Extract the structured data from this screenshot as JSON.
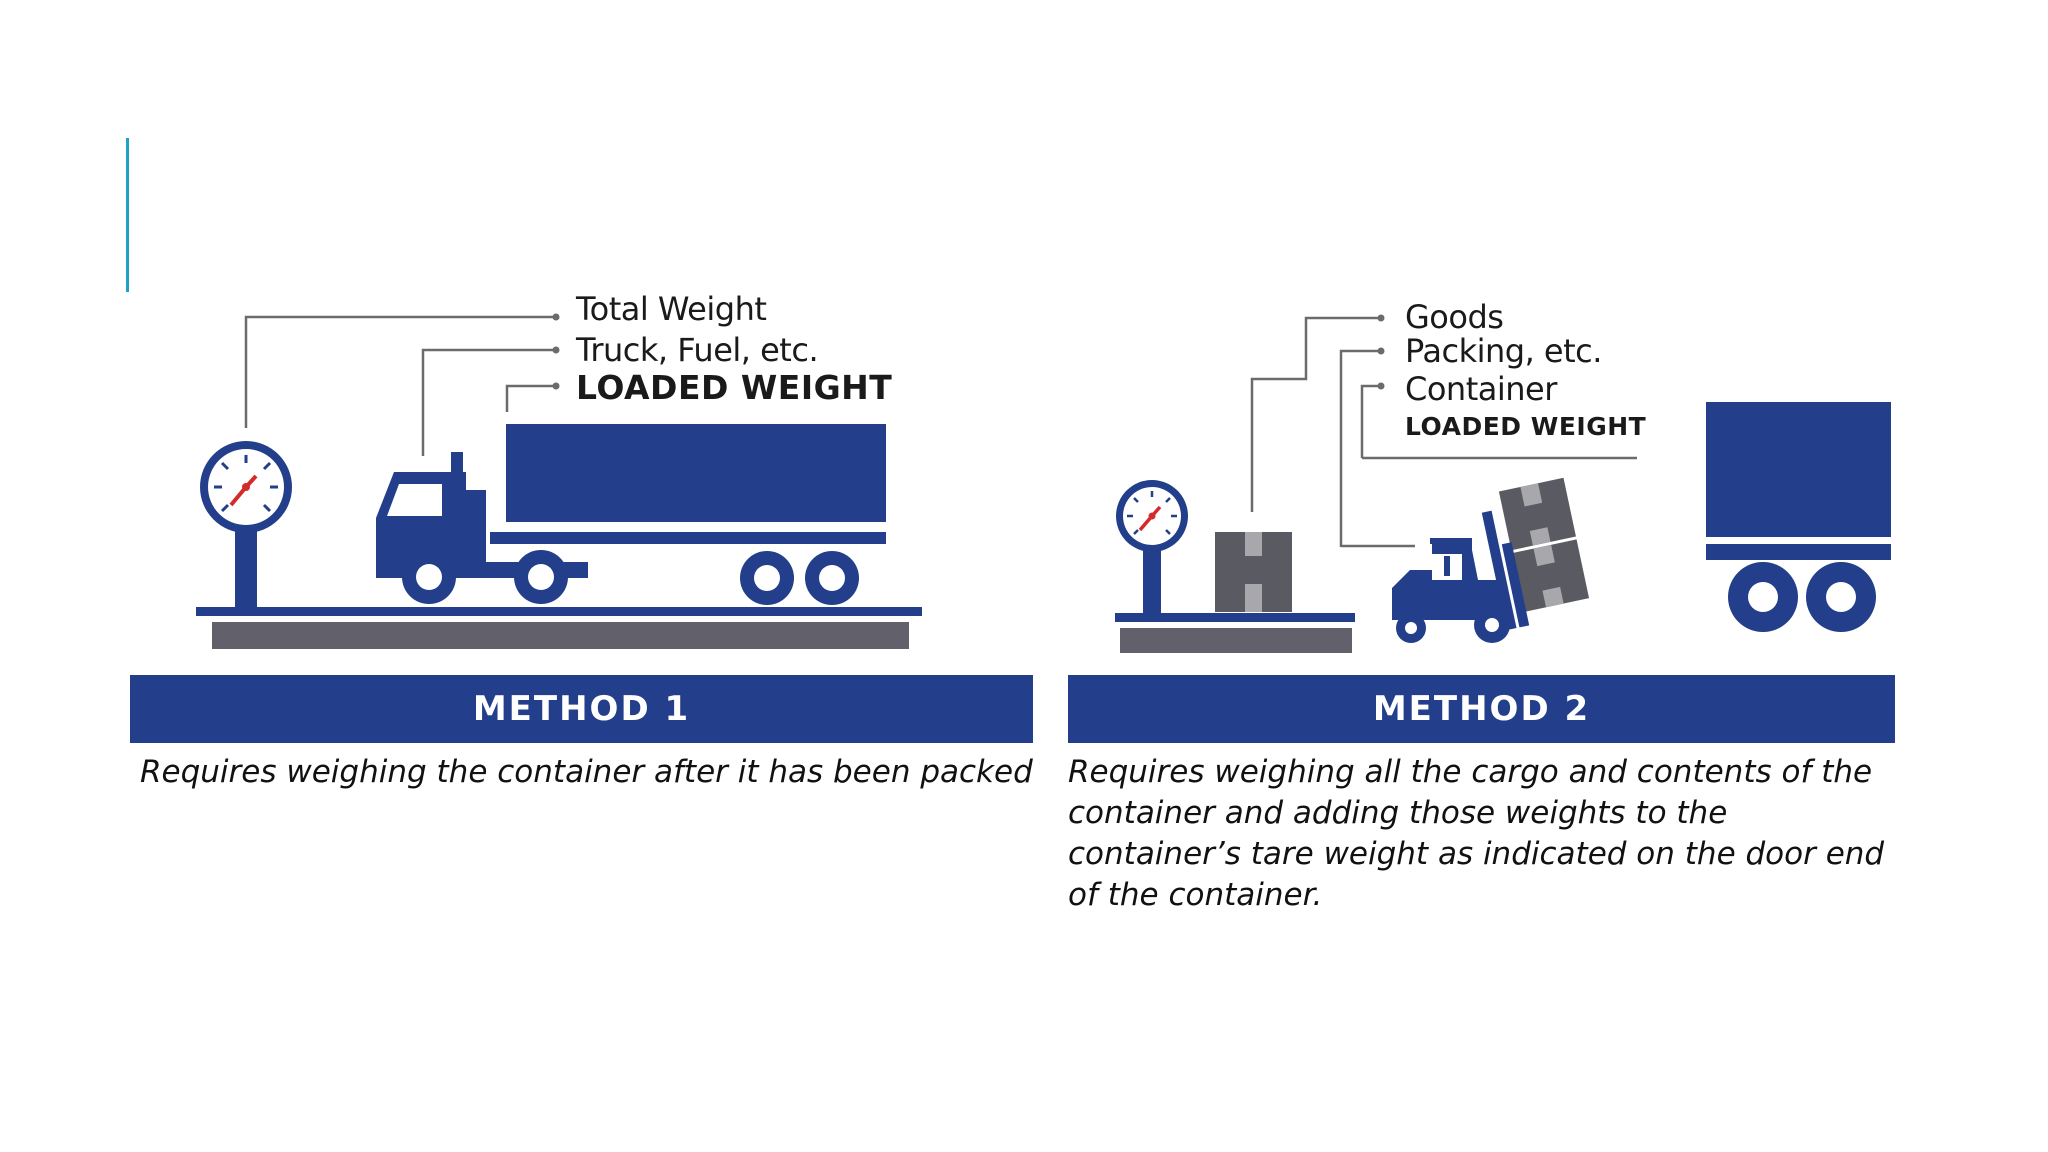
{
  "colors": {
    "navy": "#233e8a",
    "platform_grey": "#62616b",
    "box_grey": "#5a5a62",
    "box_tape": "#a8a8ac",
    "accent": "#1fa3c4",
    "needle": "#d42a2a",
    "leader_line": "#6b6b6b"
  },
  "method1": {
    "labels": {
      "total_weight": "Total Weight",
      "truck_fuel": "Truck, Fuel, etc.",
      "loaded_weight": "LOADED WEIGHT"
    },
    "banner": "METHOD 1",
    "description": "Requires weighing the container after it has been packed",
    "icons": [
      "scale-gauge-icon",
      "truck-icon",
      "weighbridge-icon"
    ]
  },
  "method2": {
    "labels": {
      "goods": "Goods",
      "packing": "Packing, etc.",
      "container": "Container",
      "loaded_weight": "LOADED WEIGHT"
    },
    "banner": "METHOD 2",
    "description": "Requires weighing all the cargo and contents of the container and adding those weights to the container’s tare weight as indicated on the door end of the container.",
    "icons": [
      "scale-gauge-icon",
      "cargo-box-icon",
      "forklift-icon",
      "container-trailer-icon"
    ]
  }
}
